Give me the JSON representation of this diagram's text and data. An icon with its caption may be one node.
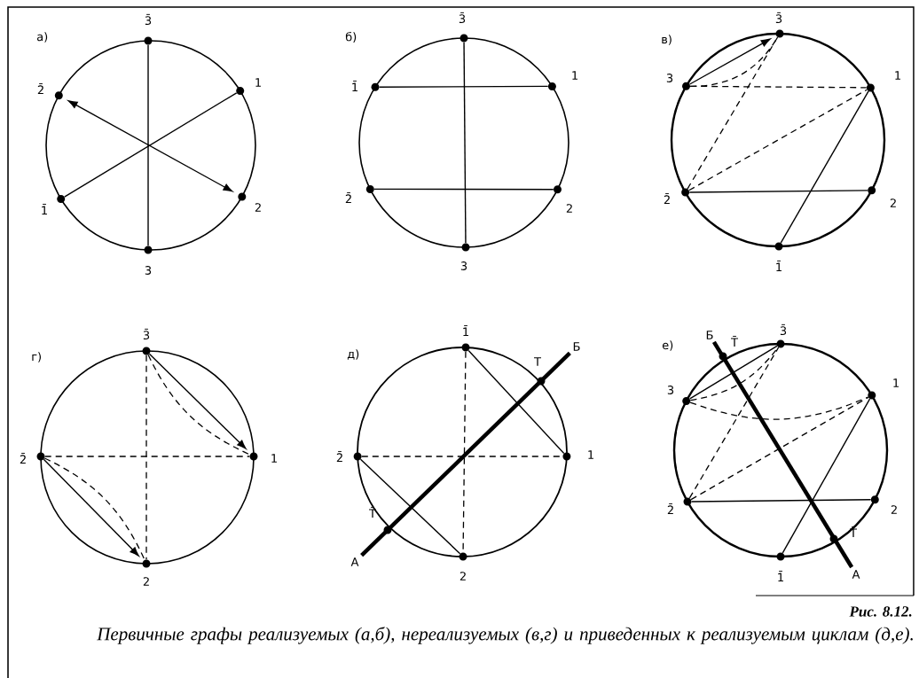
{
  "diagram": {
    "caption": "Первичные графы реализуемых (а,б), нереализуемых (в,г) и приведенных к реализуемым циклам (д,е).",
    "nodes": [
      {
        "text": [
          "3̄"
        ]
      },
      {
        "text": [
          "2̄"
        ]
      },
      {
        "text": [
          "1"
        ]
      },
      {
        "text": [
          "1̄"
        ]
      },
      {
        "text": [
          "2"
        ]
      },
      {
        "text": [
          "3"
        ]
      },
      {
        "text": [
          "3̄"
        ]
      },
      {
        "text": [
          "1̄"
        ]
      },
      {
        "text": [
          "1"
        ]
      },
      {
        "text": [
          "2̄"
        ]
      },
      {
        "text": [
          "2"
        ]
      },
      {
        "text": [
          "3"
        ]
      },
      {
        "text": [
          "3̄"
        ]
      },
      {
        "text": [
          "3"
        ]
      },
      {
        "text": [
          "1"
        ]
      },
      {
        "text": [
          "2̄"
        ]
      },
      {
        "text": [
          "2"
        ]
      },
      {
        "text": [
          "1̄"
        ]
      },
      {
        "text": [
          "3̄"
        ]
      },
      {
        "text": [
          "2̄"
        ]
      },
      {
        "text": [
          "1"
        ]
      },
      {
        "text": [
          "2"
        ]
      },
      {
        "text": [
          "1̄"
        ]
      },
      {
        "text": [
          "Б"
        ]
      },
      {
        "text": [
          "Т"
        ]
      },
      {
        "text": [
          "2̄"
        ]
      },
      {
        "text": [
          "1"
        ]
      },
      {
        "text": [
          "Т̄"
        ]
      },
      {
        "text": [
          "А"
        ]
      },
      {
        "text": [
          "2"
        ]
      },
      {
        "text": [
          "Б"
        ]
      },
      {
        "text": [
          "Т̄"
        ]
      },
      {
        "text": [
          "3̄"
        ]
      },
      {
        "text": [
          "3"
        ]
      },
      {
        "text": [
          "1"
        ]
      },
      {
        "text": [
          "2̄"
        ]
      },
      {
        "text": [
          "2"
        ]
      },
      {
        "text": [
          "Т̄"
        ]
      },
      {
        "text": [
          "1̄"
        ]
      },
      {
        "text": [
          "А"
        ]
      }
    ],
    "edges": [
      {
        "from": 0,
        "to": 5,
        "arrow": "none"
      },
      {
        "from": 1,
        "to": 4,
        "arrow": "both"
      },
      {
        "from": 2,
        "to": 3,
        "arrow": "none"
      },
      {
        "from": 6,
        "to": 11,
        "arrow": "none"
      },
      {
        "from": 7,
        "to": 8,
        "arrow": "none"
      },
      {
        "from": 9,
        "to": 10,
        "arrow": "none"
      },
      {
        "from": 13,
        "to": 12,
        "arrow": "to"
      },
      {
        "from": 13,
        "to": 12,
        "arrow": "none",
        "style": "dashed"
      },
      {
        "from": 13,
        "to": 14,
        "arrow": "none",
        "style": "dashed"
      },
      {
        "from": 15,
        "to": 12,
        "arrow": "none",
        "style": "dashed"
      },
      {
        "from": 15,
        "to": 14,
        "arrow": "none",
        "style": "dashed"
      },
      {
        "from": 15,
        "to": 16,
        "arrow": "none"
      },
      {
        "from": 14,
        "to": 17,
        "arrow": "none"
      },
      {
        "from": 18,
        "to": 20,
        "arrow": "to"
      },
      {
        "from": 18,
        "to": 20,
        "arrow": "none",
        "style": "dashed"
      },
      {
        "from": 18,
        "to": 21,
        "arrow": "none",
        "style": "dashed"
      },
      {
        "from": 19,
        "to": 20,
        "arrow": "none",
        "style": "dashed"
      },
      {
        "from": 19,
        "to": 21,
        "arrow": "to"
      },
      {
        "from": 19,
        "to": 21,
        "arrow": "none",
        "style": "dashed"
      },
      {
        "from": 22,
        "to": 26,
        "arrow": "none"
      },
      {
        "from": 22,
        "to": 29,
        "arrow": "none",
        "style": "dashed"
      },
      {
        "from": 25,
        "to": 26,
        "arrow": "none",
        "style": "dashed"
      },
      {
        "from": 25,
        "to": 29,
        "arrow": "none"
      },
      {
        "from": 28,
        "to": 23,
        "arrow": "none",
        "style": "thick"
      },
      {
        "from": 33,
        "to": 32,
        "arrow": "none"
      },
      {
        "from": 33,
        "to": 32,
        "arrow": "none",
        "style": "dashed"
      },
      {
        "from": 33,
        "to": 34,
        "arrow": "none",
        "style": "dashed"
      },
      {
        "from": 35,
        "to": 32,
        "arrow": "none",
        "style": "dashed"
      },
      {
        "from": 35,
        "to": 34,
        "arrow": "none",
        "style": "dashed"
      },
      {
        "from": 35,
        "to": 36,
        "arrow": "none"
      },
      {
        "from": 34,
        "to": 38,
        "arrow": "none"
      },
      {
        "from": 30,
        "to": 39,
        "arrow": "none",
        "style": "thick"
      }
    ],
    "labels": [
      "а)",
      "б)",
      "в)",
      "г)",
      "д)",
      "е)",
      "Рис. 8.12."
    ]
  }
}
